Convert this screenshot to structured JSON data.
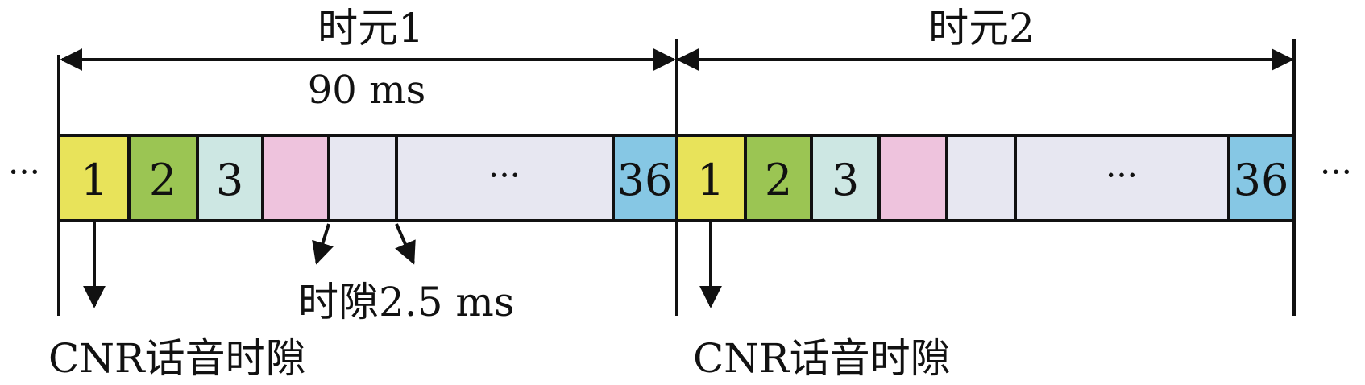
{
  "epochs": [
    {
      "label": "时元1",
      "duration": "90 ms",
      "slots": [
        {
          "text": "1",
          "color": "#e8e35a"
        },
        {
          "text": "2",
          "color": "#9bc553"
        },
        {
          "text": "3",
          "color": "#cde7e3"
        },
        {
          "text": "",
          "color": "#eec3dd"
        },
        {
          "text": "",
          "color": "#e7e7f1"
        },
        {
          "text": "···",
          "color": "#e7e7f1"
        },
        {
          "text": "36",
          "color": "#86c7e4"
        }
      ],
      "voice_slot_label": "CNR话音时隙"
    },
    {
      "label": "时元2",
      "duration": "",
      "slots": [
        {
          "text": "1",
          "color": "#e8e35a"
        },
        {
          "text": "2",
          "color": "#9bc553"
        },
        {
          "text": "3",
          "color": "#cde7e3"
        },
        {
          "text": "",
          "color": "#eec3dd"
        },
        {
          "text": "",
          "color": "#e7e7f1"
        },
        {
          "text": "···",
          "color": "#e7e7f1"
        },
        {
          "text": "36",
          "color": "#86c7e4"
        }
      ],
      "voice_slot_label": "CNR话音时隙"
    }
  ],
  "slot_duration_label": "时隙2.5 ms",
  "left_ellipsis": "···",
  "right_ellipsis": "···"
}
